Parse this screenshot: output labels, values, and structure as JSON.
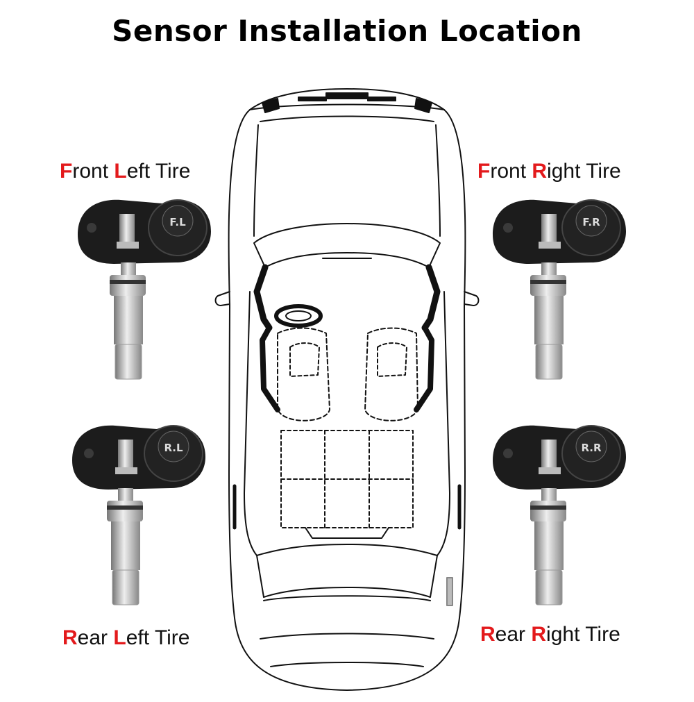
{
  "title": "Sensor Installation Location",
  "labels": {
    "front_left": {
      "p1": "F",
      "p2": "ront ",
      "p3": "L",
      "p4": "eft Tire"
    },
    "front_right": {
      "p1": "F",
      "p2": "ront ",
      "p3": "R",
      "p4": "ight Tire"
    },
    "rear_left": {
      "p1": "R",
      "p2": "ear ",
      "p3": "L",
      "p4": "eft Tire"
    },
    "rear_right": {
      "p1": "R",
      "p2": "ear ",
      "p3": "R",
      "p4": "ight Tire"
    }
  },
  "sensors": {
    "front_left": "F.L",
    "front_right": "F.R",
    "rear_left": "R.L",
    "rear_right": "R.R"
  },
  "colors": {
    "accent": "#e31a1c",
    "text": "#111111",
    "sensor_body": "#1c1c1c"
  },
  "icons": {
    "car": "car-top-view-outline",
    "sensor": "tpms-valve-sensor"
  }
}
